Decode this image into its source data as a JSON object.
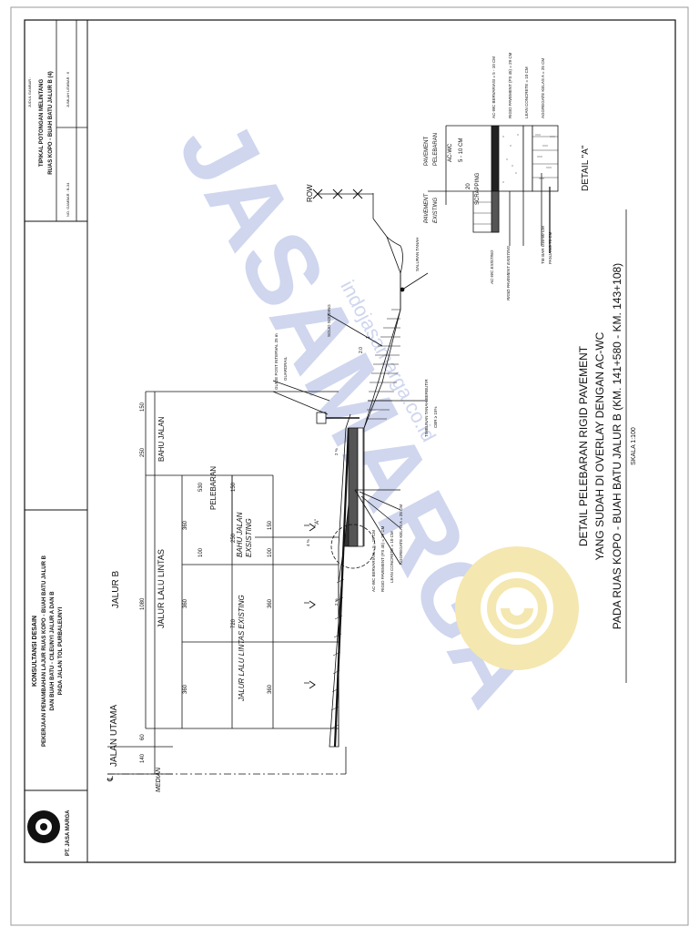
{
  "title_block": {
    "company": "PT. JASA MARGA",
    "consultant": "KONSULTANSI DESAIN",
    "project_line1": "PEKERJAAN PENAMBAHAN LAJUR RUAS KOPO - BUAH BATU JALUR B",
    "project_line2": "DAN BUAH BATU - CILEUNYI JALUR A DAN B",
    "project_line3": "PADA JALAN TOL PURBALEUNYI",
    "drawing_title_label": "JUDUL GAMBAR :",
    "drawing_title_1": "TIPIKAL POTONGAN MELINTANG",
    "drawing_title_2": "RUAS KOPO - BUAH BATU JALUR B (4)",
    "drawing_no": "NO. GAMBAR : B-34",
    "sheet_count": "JUMLAH LEMBAR : 6"
  },
  "section": {
    "lane_labels": {
      "jalan_utama": "JALAN UTAMA",
      "jalur_b": "JALUR B",
      "jalur_lalu_lintas": "JALUR LALU LINTAS",
      "bahu_jalan": "BAHU JALAN",
      "pelebaran": "PELEBARAN",
      "jalur_existing": "JALUR LALU LINTAS EXISTING",
      "bahu_existing_1": "BAHU JALAN",
      "bahu_existing_2": "EXSISTING",
      "median": "MEDIAN",
      "row": "ROW"
    },
    "dims": {
      "d140": "140",
      "d60": "60",
      "d1080": "1080",
      "d250": "250",
      "d150": "150",
      "d360a": "360",
      "d360b": "360",
      "d360c": "360",
      "d100": "100",
      "d530": "530",
      "d150b": "150",
      "d720": "720",
      "d250b": "250",
      "d360d": "360",
      "d360e": "360",
      "d100b": "100",
      "d150c": "150"
    },
    "annotations": {
      "guide_post": "GUIDE POST INTERVAL 25 m",
      "guardrail": "GUARDRAIL",
      "solid_sodding": "SOLID SODDING",
      "slope": "2.0",
      "slope_1": "1",
      "saluran": "SALURAN TANAH",
      "timbunan": "TIMBUNAN TANAH BERBUTIR",
      "cbr": "CBR ≥ 15%",
      "detail_a_marker": "\"A\"",
      "pct_2a": "2 %",
      "pct_2b": "2 %",
      "pct_4": "4 %",
      "cl_mark": "℄"
    },
    "layers": [
      "AC-WC BERVARIASI = 5 - 10 CM",
      "RIGID PAVEMENT (FS 45) = 29 CM",
      "LEAN CONCRETE = 10 CM",
      "AGGREGATE KELAS A = 25 CM"
    ]
  },
  "detail_a": {
    "title": "DETAIL \"A\"",
    "pavement_pelebaran_1": "PAVEMENT",
    "pavement_pelebaran_2": "PELEBARAN",
    "acwc": "AC-WC",
    "acwc_range": "5 - 10 CM",
    "scrapping_20": "20",
    "scrapping": "SCRAPPING",
    "pavement_existing_1": "PAVEMENT",
    "pavement_existing_2": "EXISTING",
    "acwc_existing": "AC-WC EXISTING",
    "rigid_existing": "RIGID PAVEMENT EXISTING",
    "tie_bar_1": "TIE BAR D16-60 CM",
    "tie_bar_2": "PANJANG 70 CM",
    "layers": [
      "AC-WC BERVARIASI = 5 - 10 CM",
      "RIGID PAVEMENT (FS 45) = 29 CM",
      "LEAN CONCRETE = 10 CM",
      "AGGREGATE KELAS A = 25 CM"
    ]
  },
  "main_title": {
    "line1": "DETAIL PELEBARAN RIGID PAVEMENT",
    "line2": "YANG SUDAH DI OVERLAY DENGAN AC-WC",
    "line3": "PADA RUAS KOPO - BUAH BATU JALUR B (KM. 141+580 - KM. 143+108)",
    "scale": "SKALA 1:100"
  },
  "watermark": {
    "text1": "JASAMARGA",
    "text2": "indojasamarga.co.id"
  },
  "colors": {
    "ink": "#111111",
    "watermark_blue": "#c9d2ec",
    "watermark_yellow": "#f3e6ad"
  }
}
